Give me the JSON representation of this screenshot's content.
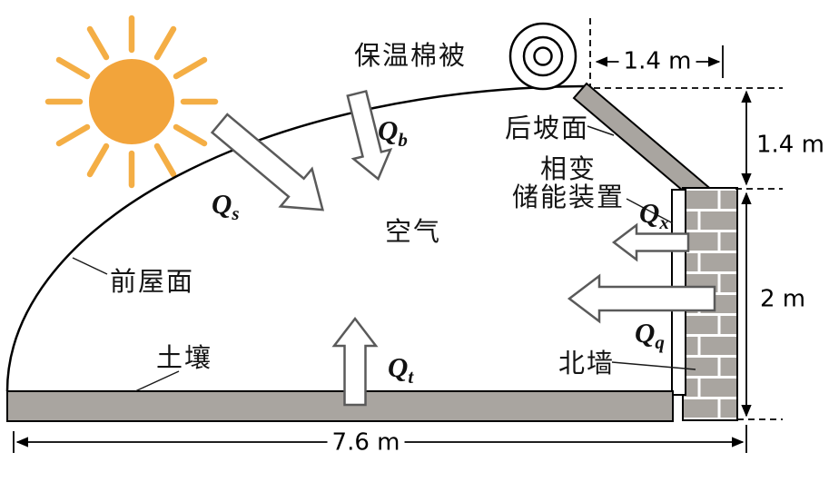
{
  "labels": {
    "quilt": "保温棉被",
    "back_slope": "后坡面",
    "pcm_line1": "相变",
    "pcm_line2": "储能装置",
    "air": "空气",
    "front_roof": "前屋面",
    "soil": "土壤",
    "north_wall": "北墙"
  },
  "heat_flows": {
    "qs": {
      "sym": "Q",
      "sub": "s"
    },
    "qb": {
      "sym": "Q",
      "sub": "b"
    },
    "qx": {
      "sym": "Q",
      "sub": "x"
    },
    "qq": {
      "sym": "Q",
      "sub": "q"
    },
    "qt": {
      "sym": "Q",
      "sub": "t"
    }
  },
  "dimensions": {
    "top_width": "1.4 m",
    "back_slope_height": "1.4 m",
    "wall_height": "2 m",
    "span": "7.6 m"
  },
  "colors": {
    "sun": "#F2A43B",
    "sun_rays": "#F4AE45",
    "structure_gray": "#A9A5A0",
    "arrow_outline": "#5A5A5A",
    "line": "#000000"
  }
}
